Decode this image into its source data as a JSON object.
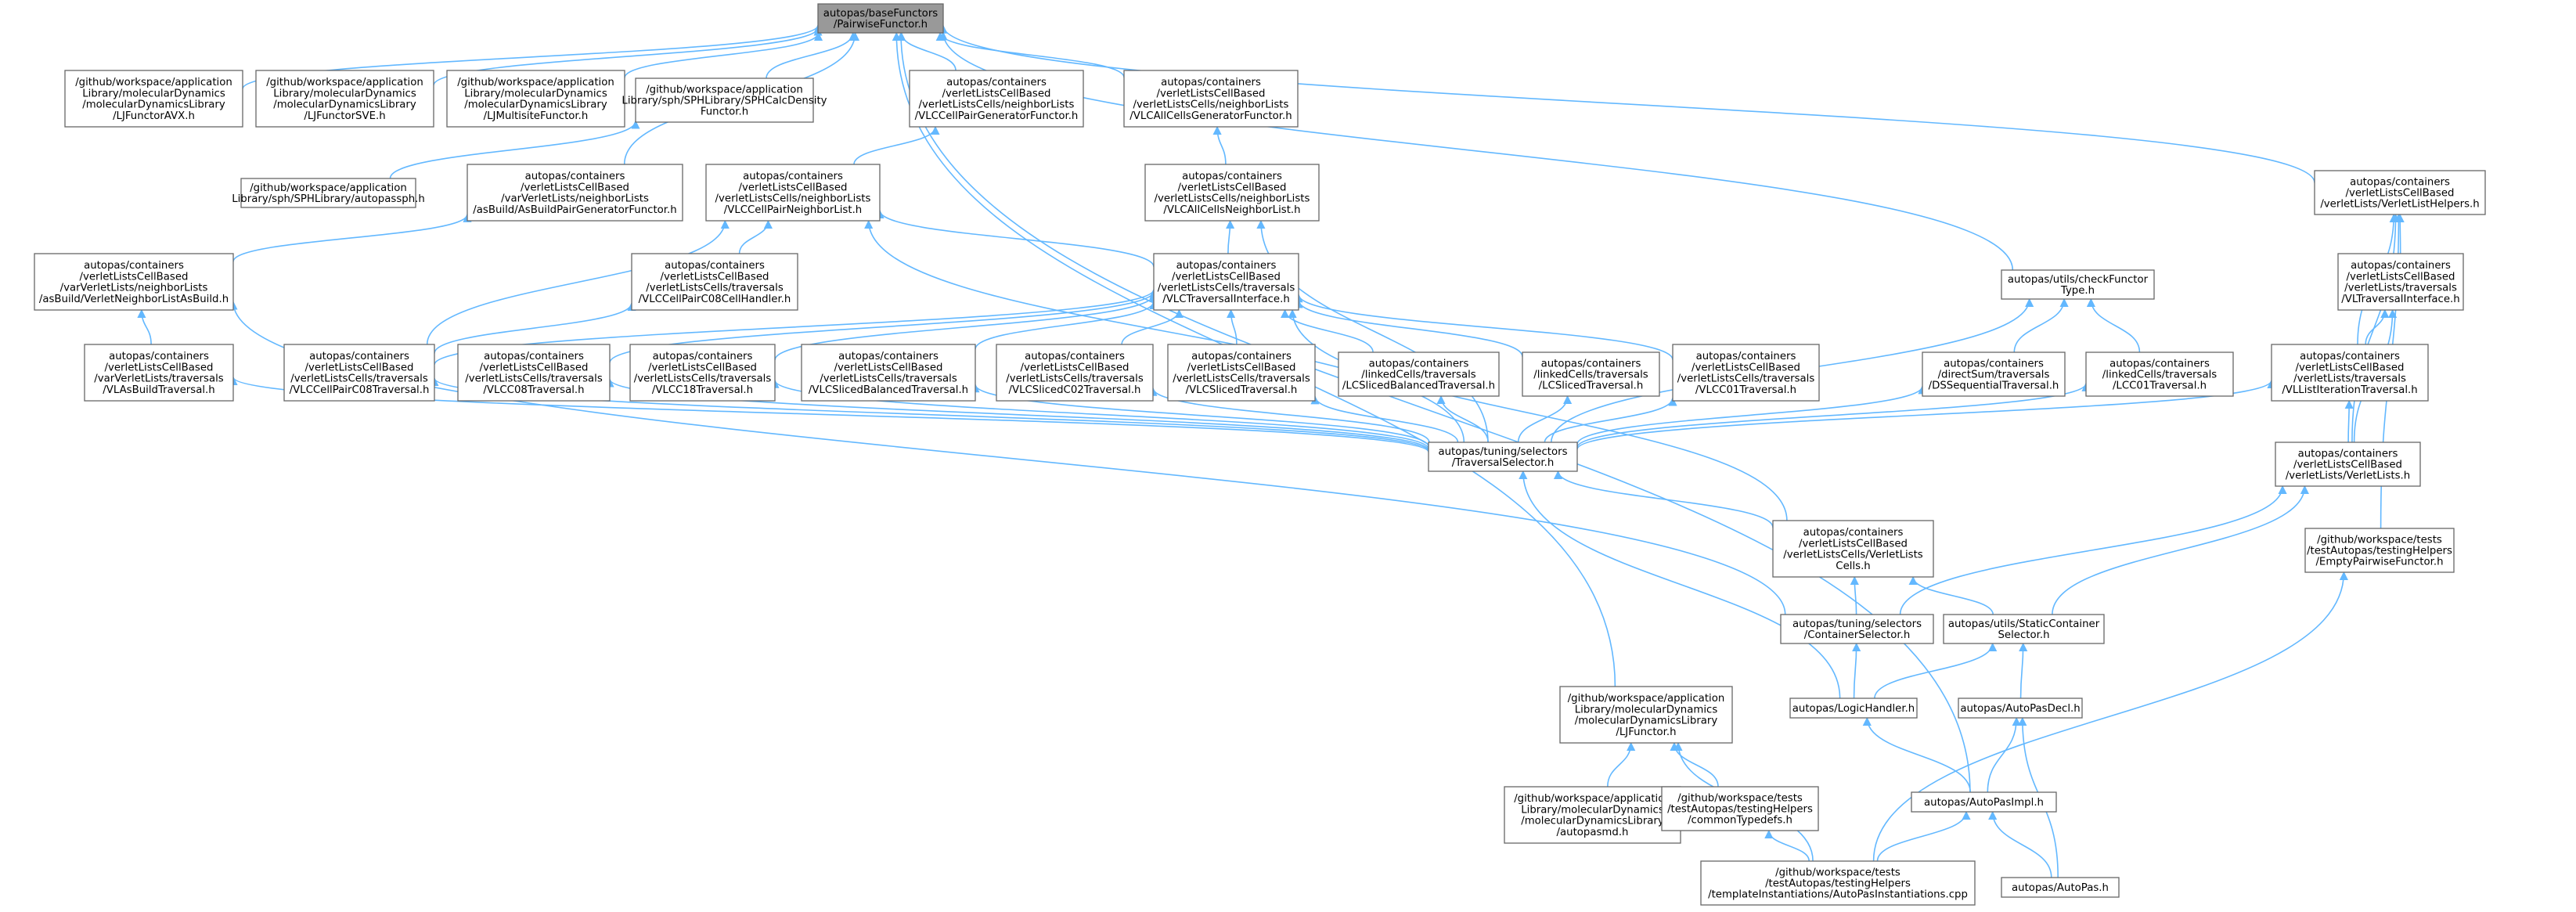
{
  "graph": {
    "colors": {
      "edge": "#63b8ff",
      "node_border": "#666666",
      "root_fill": "#999999",
      "node_fill": "#ffffff"
    },
    "nodes": {
      "root": [
        "autopas/baseFunctors",
        "/PairwiseFunctor.h"
      ],
      "ljavx": [
        "/github/workspace/application",
        "Library/molecularDynamics",
        "/molecularDynamicsLibrary",
        "/LJFunctorAVX.h"
      ],
      "ljsve": [
        "/github/workspace/application",
        "Library/molecularDynamics",
        "/molecularDynamicsLibrary",
        "/LJFunctorSVE.h"
      ],
      "ljmulti": [
        "/github/workspace/application",
        "Library/molecularDynamics",
        "/molecularDynamicsLibrary",
        "/LJMultisiteFunctor.h"
      ],
      "sphcalc": [
        "/github/workspace/application",
        "Library/sph/SPHLibrary/SPHCalcDensity",
        "Functor.h"
      ],
      "autopassph": [
        "/github/workspace/application",
        "Library/sph/SPHLibrary/autopassph.h"
      ],
      "vlcpairgen": [
        "autopas/containers",
        "/verletListsCellBased",
        "/verletListsCells/neighborLists",
        "/VLCCellPairGeneratorFunctor.h"
      ],
      "vlcallgen": [
        "autopas/containers",
        "/verletListsCellBased",
        "/verletListsCells/neighborLists",
        "/VLCAllCellsGeneratorFunctor.h"
      ],
      "asbuildpair": [
        "autopas/containers",
        "/verletListsCellBased",
        "/varVerletLists/neighborLists",
        "/asBuild/AsBuildPairGeneratorFunctor.h"
      ],
      "vlcpairnl": [
        "autopas/containers",
        "/verletListsCellBased",
        "/verletListsCells/neighborLists",
        "/VLCCellPairNeighborList.h"
      ],
      "vlcallnl": [
        "autopas/containers",
        "/verletListsCellBased",
        "/verletListsCells/neighborLists",
        "/VLCAllCellsNeighborList.h"
      ],
      "vlhelpers": [
        "autopas/containers",
        "/verletListsCellBased",
        "/verletLists/VerletListHelpers.h"
      ],
      "vnlasbuild": [
        "autopas/containers",
        "/verletListsCellBased",
        "/varVerletLists/neighborLists",
        "/asBuild/VerletNeighborListAsBuild.h"
      ],
      "vlcc08handler": [
        "autopas/containers",
        "/verletListsCellBased",
        "/verletListsCells/traversals",
        "/VLCCellPairC08CellHandler.h"
      ],
      "vlctravif": [
        "autopas/containers",
        "/verletListsCellBased",
        "/verletListsCells/traversals",
        "/VLCTraversalInterface.h"
      ],
      "checkfunctor": [
        "autopas/utils/checkFunctor",
        "Type.h"
      ],
      "vltravif": [
        "autopas/containers",
        "/verletListsCellBased",
        "/verletLists/traversals",
        "/VLTraversalInterface.h"
      ],
      "vlasbuildtrav": [
        "autopas/containers",
        "/verletListsCellBased",
        "/varVerletLists/traversals",
        "/VLAsBuildTraversal.h"
      ],
      "vlcpairc08": [
        "autopas/containers",
        "/verletListsCellBased",
        "/verletListsCells/traversals",
        "/VLCCellPairC08Traversal.h"
      ],
      "vlcc08": [
        "autopas/containers",
        "/verletListsCellBased",
        "/verletListsCells/traversals",
        "/VLCC08Traversal.h"
      ],
      "vlcc18": [
        "autopas/containers",
        "/verletListsCellBased",
        "/verletListsCells/traversals",
        "/VLCC18Traversal.h"
      ],
      "vlcslicedbal": [
        "autopas/containers",
        "/verletListsCellBased",
        "/verletListsCells/traversals",
        "/VLCSlicedBalancedTraversal.h"
      ],
      "vlcslicedc02": [
        "autopas/containers",
        "/verletListsCellBased",
        "/verletListsCells/traversals",
        "/VLCSlicedC02Traversal.h"
      ],
      "vlcsliced": [
        "autopas/containers",
        "/verletListsCellBased",
        "/verletListsCells/traversals",
        "/VLCSlicedTraversal.h"
      ],
      "lcslicedbal": [
        "autopas/containers",
        "/linkedCells/traversals",
        "/LCSlicedBalancedTraversal.h"
      ],
      "lcsliced": [
        "autopas/containers",
        "/linkedCells/traversals",
        "/LCSlicedTraversal.h"
      ],
      "vlcc01": [
        "autopas/containers",
        "/verletListsCellBased",
        "/verletListsCells/traversals",
        "/VLCC01Traversal.h"
      ],
      "dsseq": [
        "autopas/containers",
        "/directSum/traversals",
        "/DSSequentialTraversal.h"
      ],
      "lcc01": [
        "autopas/containers",
        "/linkedCells/traversals",
        "/LCC01Traversal.h"
      ],
      "vllistiter": [
        "autopas/containers",
        "/verletListsCellBased",
        "/verletLists/traversals",
        "/VLListIterationTraversal.h"
      ],
      "travsel": [
        "autopas/tuning/selectors",
        "/TraversalSelector.h"
      ],
      "verletlists": [
        "autopas/containers",
        "/verletListsCellBased",
        "/verletLists/VerletLists.h"
      ],
      "vlcells": [
        "autopas/containers",
        "/verletListsCellBased",
        "/verletListsCells/VerletLists",
        "Cells.h"
      ],
      "emptyfunctor": [
        "/github/workspace/tests",
        "/testAutopas/testingHelpers",
        "/EmptyPairwiseFunctor.h"
      ],
      "contsel": [
        "autopas/tuning/selectors",
        "/ContainerSelector.h"
      ],
      "staticcont": [
        "autopas/utils/StaticContainer",
        "Selector.h"
      ],
      "ljfunctor": [
        "/github/workspace/application",
        "Library/molecularDynamics",
        "/molecularDynamicsLibrary",
        "/LJFunctor.h"
      ],
      "logichandler": [
        "autopas/LogicHandler.h"
      ],
      "autopasdecl": [
        "autopas/AutoPasDecl.h"
      ],
      "autopasmd": [
        "/github/workspace/application",
        "Library/molecularDynamics",
        "/molecularDynamicsLibrary",
        "/autopasmd.h"
      ],
      "commontypedefs": [
        "/github/workspace/tests",
        "/testAutopas/testingHelpers",
        "/commonTypedefs.h"
      ],
      "autopasimpl": [
        "autopas/AutoPasImpl.h"
      ],
      "autopasinst": [
        "/github/workspace/tests",
        "/testAutopas/testingHelpers",
        "/templateInstantiations/AutoPasInstantiations.cpp"
      ],
      "autopash": [
        "autopas/AutoPas.h"
      ]
    }
  }
}
